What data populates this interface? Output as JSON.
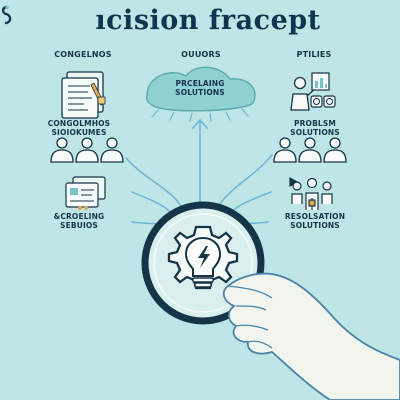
{
  "title": "ıcision fracept",
  "columns": {
    "left": "CONGELNOS",
    "center": "OUUORS",
    "right": "PTILIES"
  },
  "cloud": {
    "line1": "PRCELAING",
    "line2": "SOLUTIONS"
  },
  "left_labels": {
    "top": {
      "line1": "CONGOLMHOS",
      "line2": "SIOIOKUMES"
    },
    "bottom": {
      "line1": "&CROELING",
      "line2": "SEBUIOS"
    }
  },
  "right_labels": {
    "top": {
      "line1": "PROBLSM",
      "line2": "SOLUTIONS"
    },
    "bottom": {
      "line1": "RESOLSATION",
      "line2": "SOLUTIONS"
    }
  },
  "colors": {
    "background": "#bfe6e6",
    "navy": "#163447",
    "teal": "#74c6c9",
    "cloud": "#8fd0d2",
    "arrow": "#6db5d6",
    "hand": "#f1f5ee"
  }
}
